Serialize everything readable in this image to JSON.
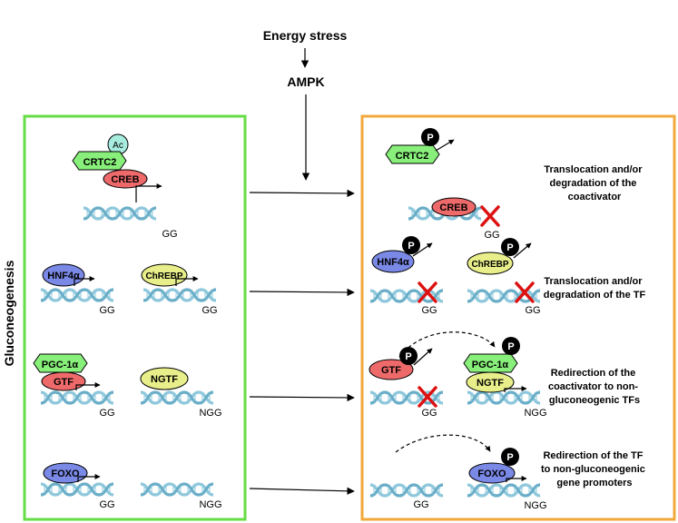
{
  "top": {
    "energy_stress": "Energy stress",
    "ampk": "AMPK"
  },
  "side_label": "Gluconeogenesis",
  "colors": {
    "left_box": "#66dd44",
    "right_box": "#f2a93b",
    "creb_gtf": "#ee6a6a",
    "crtc2_pgc": "#88f07a",
    "hnf4_foxo": "#7a88e6",
    "chrebp_ngtf": "#e8ef8a",
    "ac": "#a8ece0",
    "dna": "#8fc8dc",
    "cross": "#dd1111"
  },
  "left": {
    "row1": {
      "ac": "Ac",
      "crtc2": "CRTC2",
      "creb": "CREB",
      "gene": "GG"
    },
    "row2": {
      "hnf4": "HNF4α",
      "hnf4_gene": "GG",
      "chrebp": "ChREBP",
      "chrebp_gene": "GG"
    },
    "row3": {
      "pgc": "PGC-1α",
      "gtf": "GTF",
      "gtf_gene": "GG",
      "ngtf": "NGTF",
      "ngtf_gene": "NGG"
    },
    "row4": {
      "foxo": "FOXO",
      "foxo_gene": "GG",
      "empty_gene": "NGG"
    }
  },
  "right": {
    "p": "P",
    "row1": {
      "crtc2": "CRTC2",
      "creb": "CREB",
      "gene": "GG",
      "desc": [
        "Translocation and/or",
        "degradation of the",
        "coactivator"
      ]
    },
    "row2": {
      "hnf4": "HNF4α",
      "hnf4_gene": "GG",
      "chrebp": "ChREBP",
      "chrebp_gene": "GG",
      "desc": [
        "Translocation and/or",
        "degradation of the TF"
      ]
    },
    "row3": {
      "gtf": "GTF",
      "gtf_gene": "GG",
      "pgc": "PGC-1α",
      "ngtf": "NGTF",
      "ngtf_gene": "NGG",
      "desc": [
        "Redirection of the",
        "coactivator to non-",
        "gluconeogenic TFs"
      ]
    },
    "row4": {
      "empty_gene": "GG",
      "foxo": "FOXO",
      "foxo_gene": "NGG",
      "desc": [
        "Redirection of the TF",
        "to non-gluconeogenic",
        "gene promoters"
      ]
    }
  }
}
